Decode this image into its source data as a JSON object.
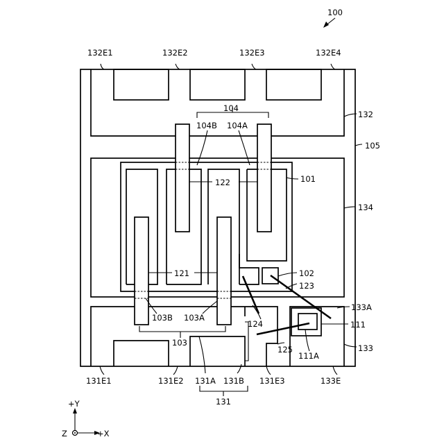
{
  "figure": {
    "ref": "100",
    "labels": {
      "e132_1": "132E1",
      "e132_2": "132E2",
      "e132_3": "132E3",
      "e132_4": "132E4",
      "l104": "104",
      "l104B": "104B",
      "l104A": "104A",
      "l132": "132",
      "l105": "105",
      "l101": "101",
      "l122": "122",
      "l134": "134",
      "l121": "121",
      "l102": "102",
      "l123": "123",
      "l103B": "103B",
      "l103A": "103A",
      "l133A": "133A",
      "l124": "124",
      "l111": "111",
      "l103": "103",
      "l125": "125",
      "l111A": "111A",
      "l133": "133",
      "e131_1": "131E1",
      "e131_2": "131E2",
      "l131A": "131A",
      "l131B": "131B",
      "e131_3": "131E3",
      "e133": "133E",
      "l131": "131"
    },
    "axes": {
      "y": "+Y",
      "x": "+X",
      "z": "Z"
    }
  }
}
